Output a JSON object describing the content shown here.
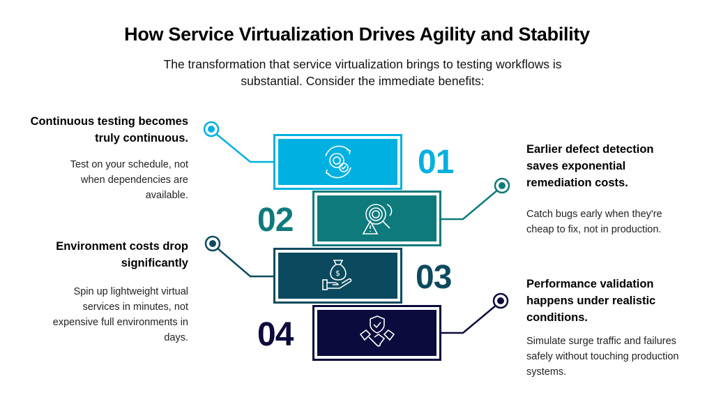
{
  "title": "How Service Virtualization Drives Agility and Stability",
  "subtitle": "The transformation that service virtualization brings to testing workflows is substantial. Consider the immediate benefits:",
  "colors": {
    "step1": "#00b0e0",
    "step2": "#0e7a7c",
    "step3": "#0b4a5e",
    "step4": "#0b0b3d"
  },
  "steps": [
    {
      "number": "01",
      "icon": "gear-code-cycle-icon",
      "heading": "Continuous testing becomes truly continuous.",
      "text": "Test on your schedule, not when dependencies are available."
    },
    {
      "number": "02",
      "icon": "gear-warning-magnifier-icon",
      "heading": "Earlier defect detection saves exponential remediation costs.",
      "text": "Catch bugs early when they're cheap to fix, not in production."
    },
    {
      "number": "03",
      "icon": "money-bag-hand-icon",
      "heading": "Environment costs drop significantly",
      "text": "Spin up lightweight virtual services in minutes, not expensive full environments in days."
    },
    {
      "number": "04",
      "icon": "handshake-shield-icon",
      "heading": "Performance validation happens under realistic conditions.",
      "text": "Simulate surge traffic and failures safely without touching production systems."
    }
  ]
}
